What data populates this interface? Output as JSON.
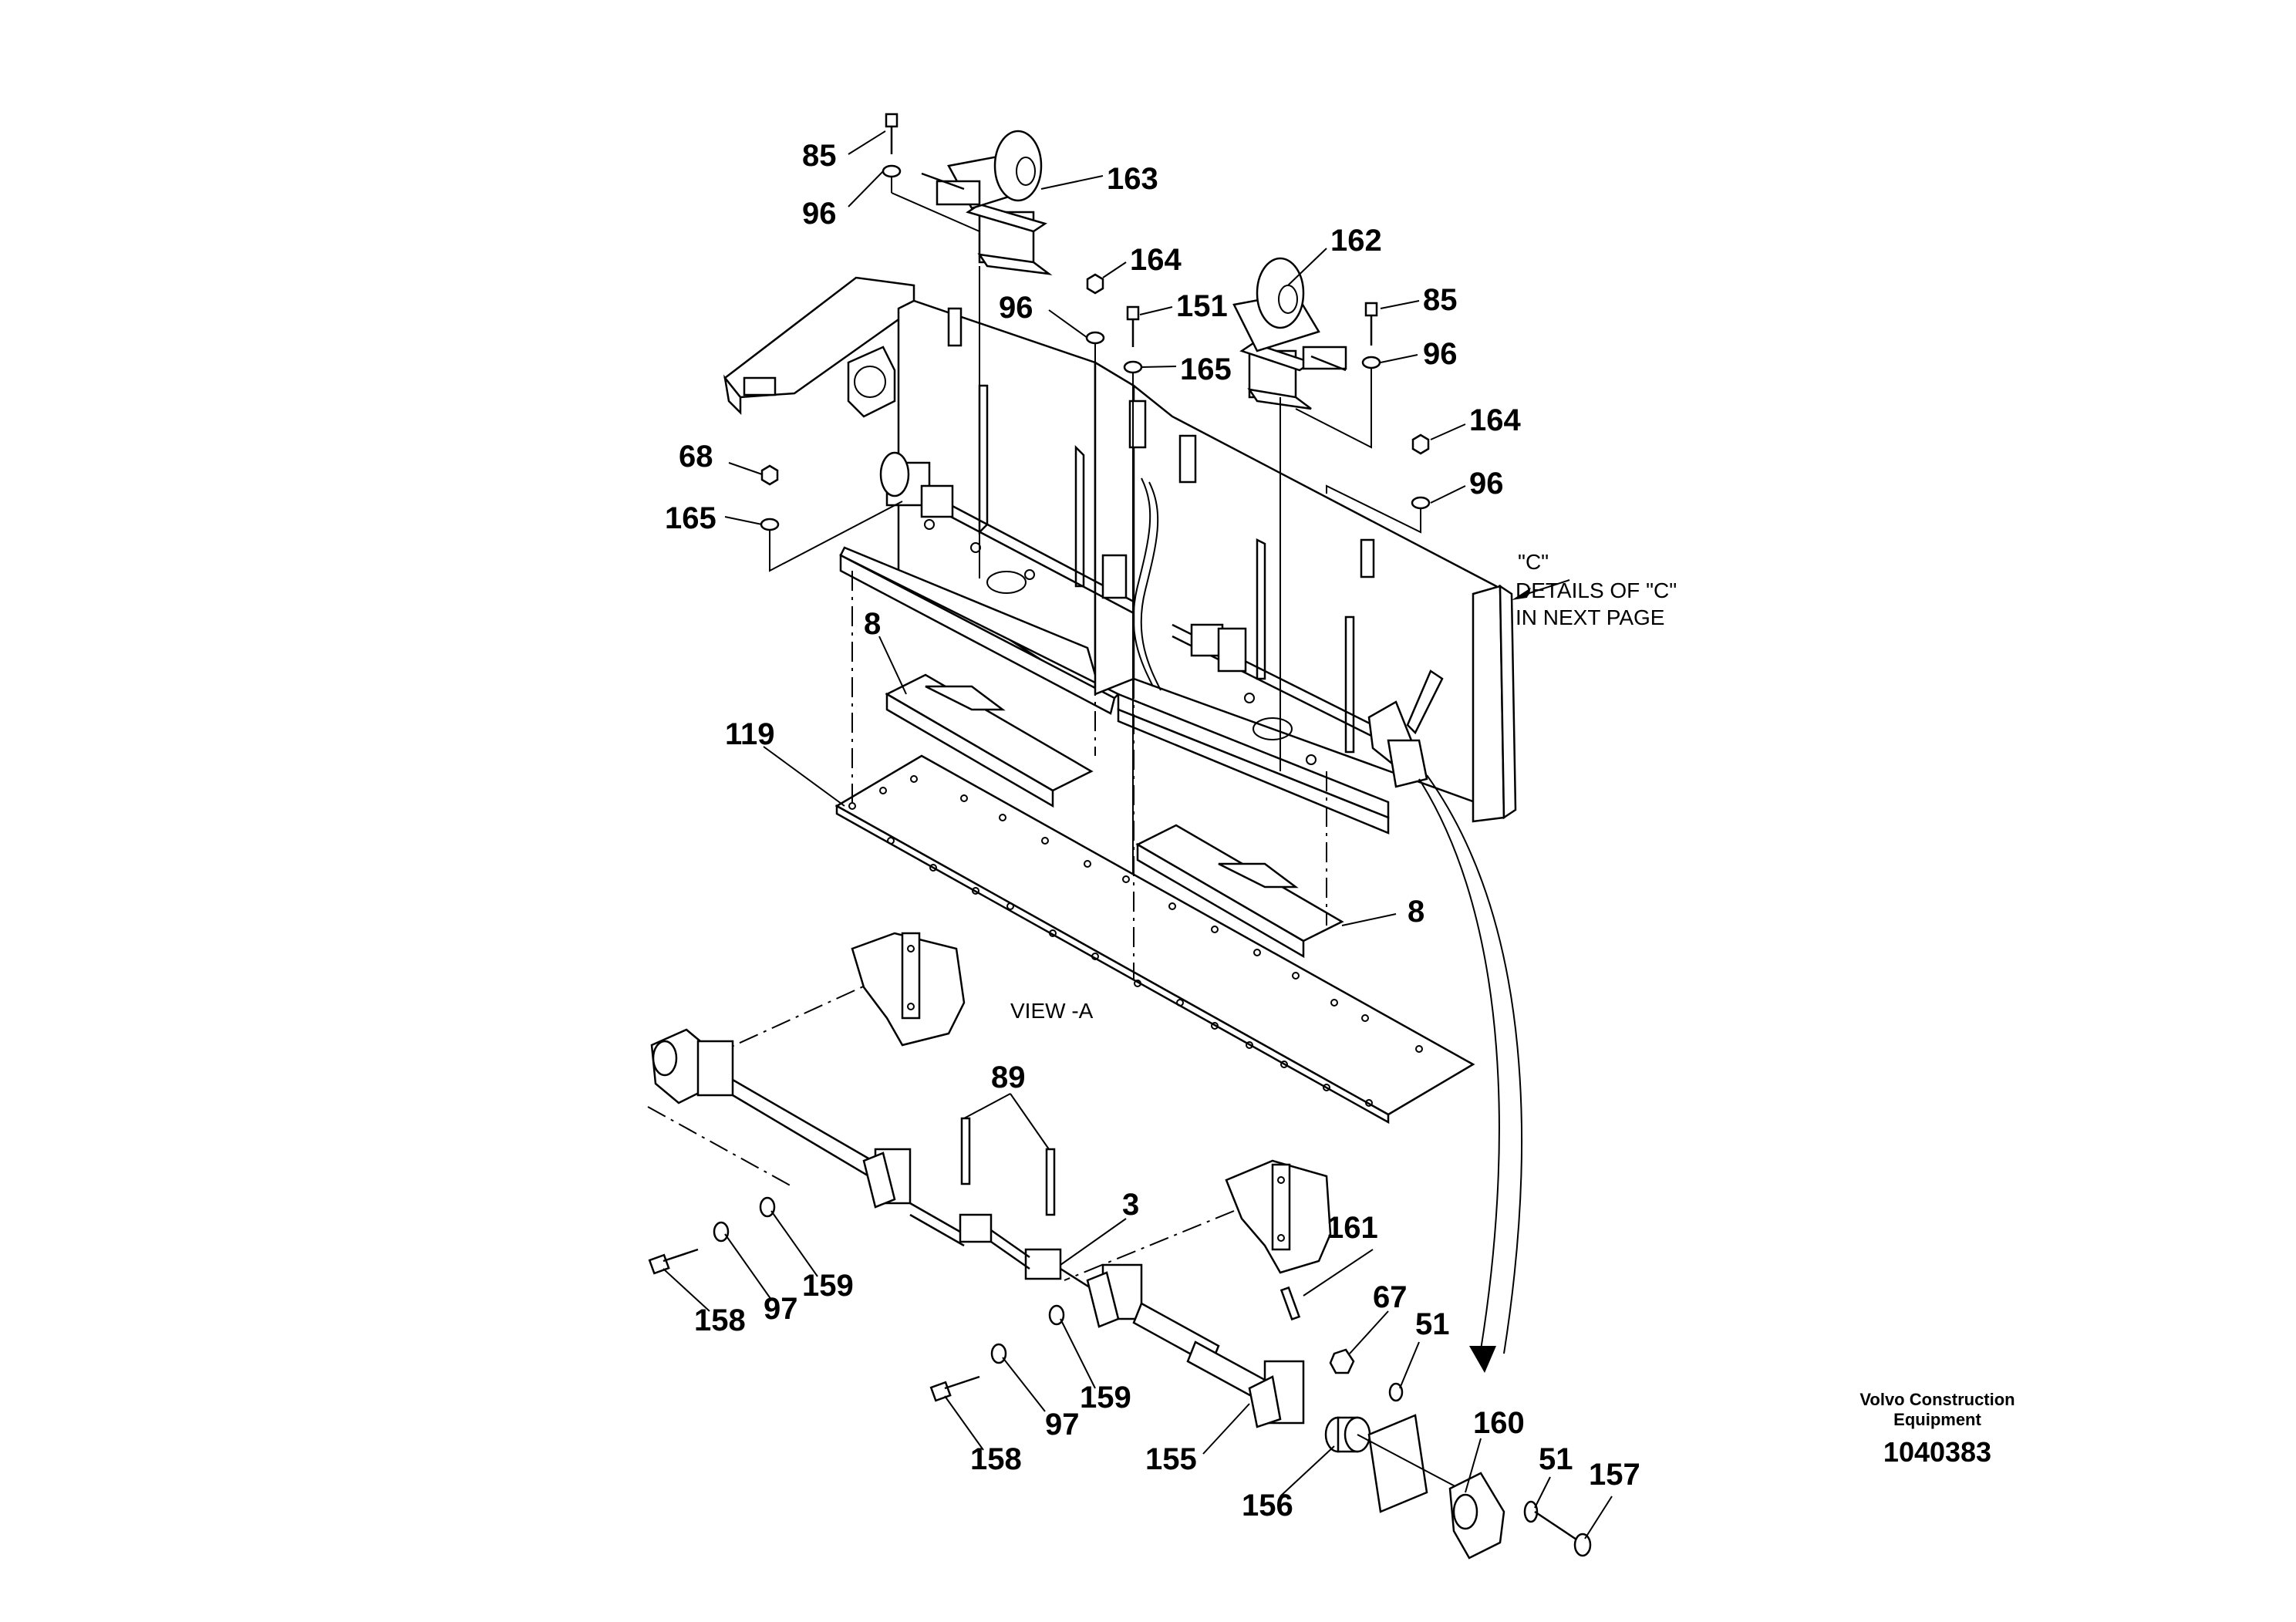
{
  "callouts": [
    {
      "id": "c-85-a",
      "text": "85"
    },
    {
      "id": "c-96-a",
      "text": "96"
    },
    {
      "id": "c-163",
      "text": "163"
    },
    {
      "id": "c-162",
      "text": "162"
    },
    {
      "id": "c-164-a",
      "text": "164"
    },
    {
      "id": "c-96-b",
      "text": "96"
    },
    {
      "id": "c-151",
      "text": "151"
    },
    {
      "id": "c-165-a",
      "text": "165"
    },
    {
      "id": "c-85-b",
      "text": "85"
    },
    {
      "id": "c-96-c",
      "text": "96"
    },
    {
      "id": "c-164-b",
      "text": "164"
    },
    {
      "id": "c-96-d",
      "text": "96"
    },
    {
      "id": "c-68",
      "text": "68"
    },
    {
      "id": "c-165-b",
      "text": "165"
    },
    {
      "id": "c-8-a",
      "text": "8"
    },
    {
      "id": "c-119",
      "text": "119"
    },
    {
      "id": "c-8-b",
      "text": "8"
    },
    {
      "id": "c-89",
      "text": "89"
    },
    {
      "id": "c-3",
      "text": "3"
    },
    {
      "id": "c-161",
      "text": "161"
    },
    {
      "id": "c-67",
      "text": "67"
    },
    {
      "id": "c-51-a",
      "text": "51"
    },
    {
      "id": "c-159-a",
      "text": "159"
    },
    {
      "id": "c-97-a",
      "text": "97"
    },
    {
      "id": "c-158-a",
      "text": "158"
    },
    {
      "id": "c-159-b",
      "text": "159"
    },
    {
      "id": "c-97-b",
      "text": "97"
    },
    {
      "id": "c-158-b",
      "text": "158"
    },
    {
      "id": "c-155",
      "text": "155"
    },
    {
      "id": "c-156",
      "text": "156"
    },
    {
      "id": "c-160",
      "text": "160"
    },
    {
      "id": "c-51-b",
      "text": "51"
    },
    {
      "id": "c-157",
      "text": "157"
    }
  ],
  "note": {
    "line1": "\"C\"",
    "line2": "DETAILS OF \"C\"",
    "line3": "IN NEXT PAGE"
  },
  "view_label": "VIEW -A",
  "footer": {
    "brand_line1": "Volvo Construction",
    "brand_line2": "Equipment",
    "drawing_number": "1040383"
  }
}
